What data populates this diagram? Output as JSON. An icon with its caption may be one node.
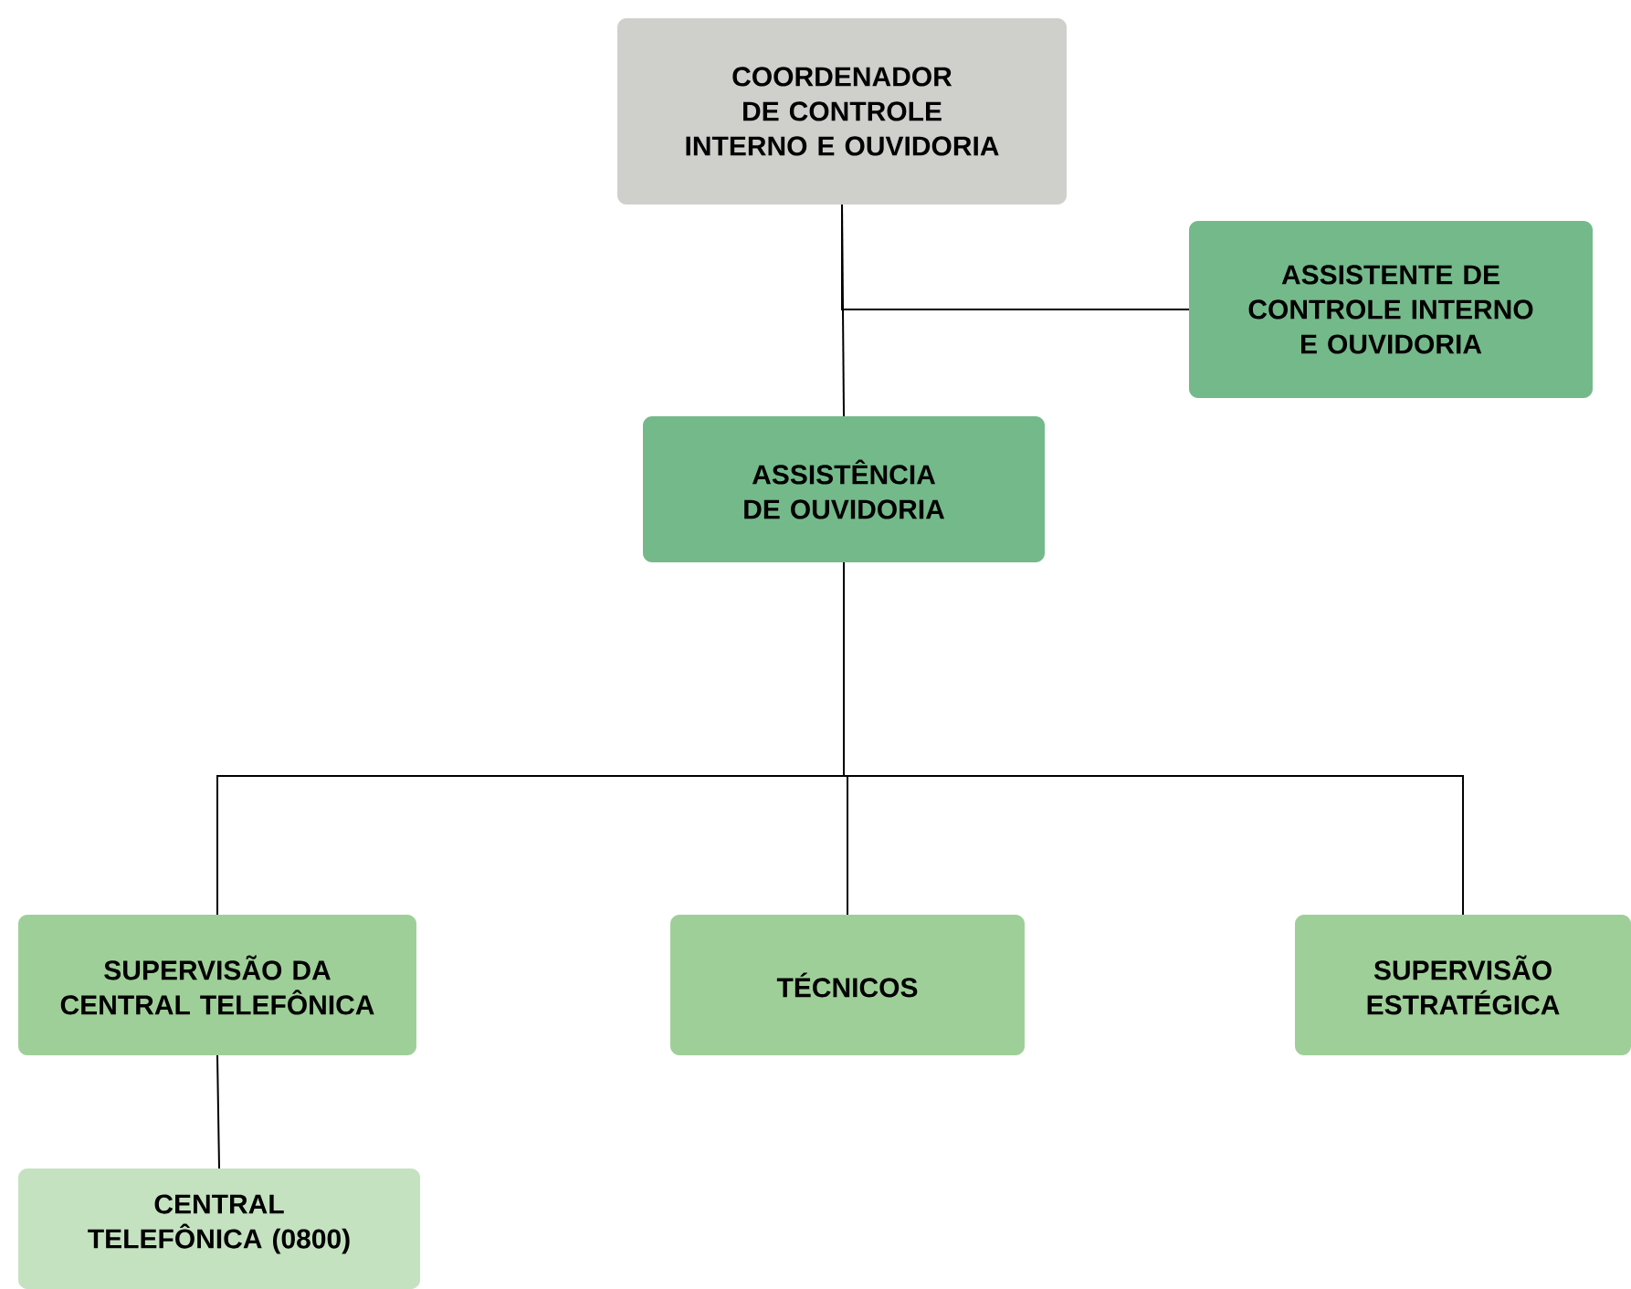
{
  "diagram": {
    "nodes": [
      {
        "text": [
          "COORDENADOR DE CONTROLE INTERNO E OUVIDORIA"
        ]
      },
      {
        "text": [
          "ASSISTENTE DE CONTROLE INTERNO E OUVIDORIA"
        ]
      },
      {
        "text": [
          "ASSISTÊNCIA DE OUVIDORIA"
        ]
      },
      {
        "text": [
          "SUPERVISÃO DA CENTRAL TELEFÔNICA"
        ]
      },
      {
        "text": [
          "TÉCNICOS"
        ]
      },
      {
        "text": [
          "SUPERVISÃO ESTRATÉGICA"
        ]
      },
      {
        "text": [
          "CENTRAL TELEFÔNICA (0800)"
        ]
      }
    ],
    "edges": [
      {
        "from": 0,
        "to": 2,
        "arrow": "none"
      },
      {
        "from": 0,
        "to": 1,
        "arrow": "none"
      },
      {
        "from": 2,
        "to": 3,
        "arrow": "none"
      },
      {
        "from": 2,
        "to": 4,
        "arrow": "none"
      },
      {
        "from": 2,
        "to": 5,
        "arrow": "none"
      },
      {
        "from": 3,
        "to": 6,
        "arrow": "none"
      }
    ]
  }
}
